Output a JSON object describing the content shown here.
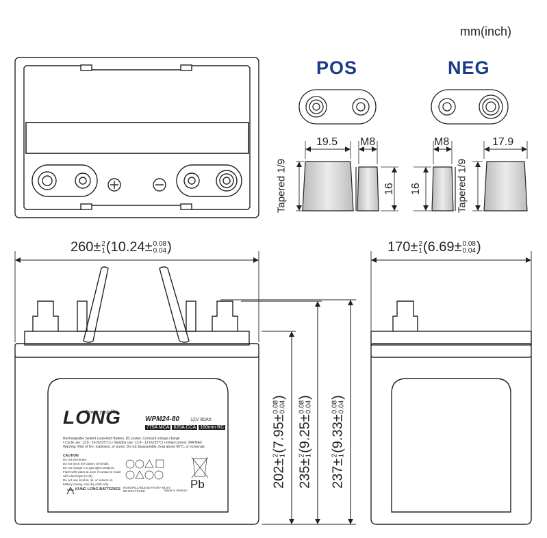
{
  "unit_label": "mm(inch)",
  "terminal_views": {
    "pos_title": "POS",
    "neg_title": "NEG",
    "pos_width": "19.5",
    "pos_thread": "M8",
    "pos_height": "16",
    "pos_taper": "Tapered 1/9",
    "neg_thread": "M8",
    "neg_width": "17.9",
    "neg_height": "16",
    "neg_taper": "Tapered 1/9"
  },
  "length_dim": {
    "base": "260±",
    "tol_top": "2",
    "tol_bot": "1",
    "inch": "(10.24±",
    "inch_top": "0.08",
    "inch_bot": "0.04",
    "close": ")"
  },
  "width_dim": {
    "base": "170±",
    "tol_top": "2",
    "tol_bot": "1",
    "inch": "(6.69±",
    "inch_top": "0.08",
    "inch_bot": "0.04",
    "close": ")"
  },
  "height_dims": [
    {
      "base": "202±",
      "tol_top": "2",
      "tol_bot": "1",
      "inch": "(7.95±",
      "inch_top": "0.08",
      "inch_bot": "0.04",
      "close": ")"
    },
    {
      "base": "235±",
      "tol_top": "2",
      "tol_bot": "1",
      "inch": "(9.25±",
      "inch_top": "0.08",
      "inch_bot": "0.04",
      "close": ")"
    },
    {
      "base": "237±",
      "tol_top": "2",
      "tol_bot": "1",
      "inch": "(9.33±",
      "inch_top": "0.08",
      "inch_bot": "0.04",
      "close": ")"
    }
  ],
  "label": {
    "brand": "LONG",
    "tagline": "Power your life",
    "model": "WPM24-80",
    "rating": "12V 80Ah",
    "specs": [
      "775A MCA",
      "620A CCA",
      "160min RC"
    ],
    "desc": "Rechargeable Sealed Lead-Acid Battery. DC power. Constant voltage charge",
    "cycle": "• Cycle use: 13.8 - 14.6V(25°C) • Standby use: 13.4 - 13.6V(25°C) • Initial current: 24A MAX",
    "warning": "Warning: Risk of fire, explosion, or burns. Do not disassemble, heat above 60°C, or incinerate.",
    "caution_title": "CAUTION",
    "caution_items": [
      "Do not incinerate.",
      "Do not short the battery terminals.",
      "Do not charge in a gas tight container.",
      "Flush with water at once if contact is made with electrolyte (Acid).",
      "Do not use alcohol, oil, or solvent on battery casing. Use dry cloth only."
    ],
    "company": "KUNG LONG BATTERIES",
    "recycle": "NONSPILLABLE BATTERY MUST BE RECYCLED",
    "origin": "Made in Vietnam",
    "pb": "Pb"
  },
  "colors": {
    "title": "#1a3a8a",
    "line": "#222222",
    "terminal_fill": "#d8d8d8"
  }
}
